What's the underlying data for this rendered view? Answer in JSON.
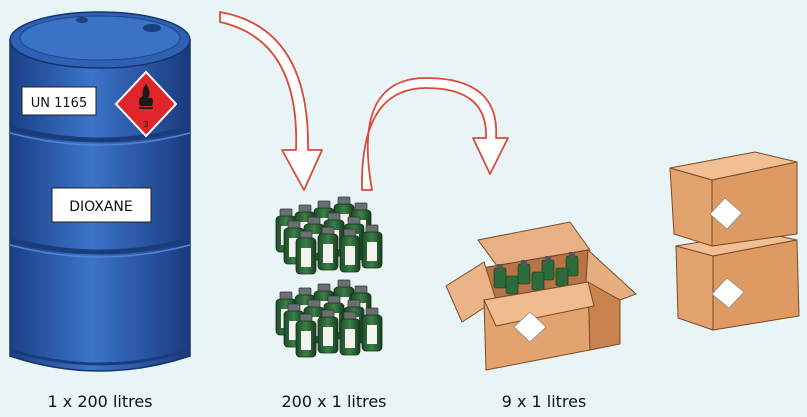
{
  "drum": {
    "un_label": "UN 1165",
    "substance_label": "DIOXANE",
    "hazard_class": "3"
  },
  "captions": {
    "drum": "1 x 200 litres",
    "bottles": "200 x 1 litres",
    "box": "9 x 1 litres"
  },
  "colors": {
    "background": "#e9f4f7",
    "drum_blue": "#2f63b8",
    "hazard_red": "#e0262b",
    "bottle_green": "#2e6b3a",
    "cardboard": "#e3a36f",
    "arrow_outline": "#d94a3a"
  }
}
